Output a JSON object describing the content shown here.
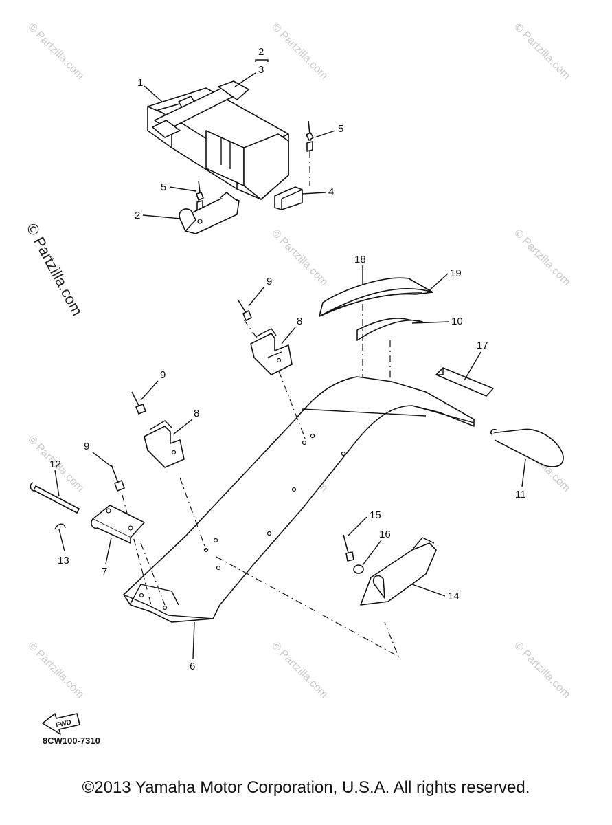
{
  "diagram": {
    "callouts": [
      {
        "id": "c1",
        "label": "1"
      },
      {
        "id": "c2a",
        "label": "2"
      },
      {
        "id": "c3",
        "label": "3"
      },
      {
        "id": "c5a",
        "label": "5"
      },
      {
        "id": "c5b",
        "label": "5"
      },
      {
        "id": "c4",
        "label": "4"
      },
      {
        "id": "c2b",
        "label": "2"
      },
      {
        "id": "c18",
        "label": "18"
      },
      {
        "id": "c19",
        "label": "19"
      },
      {
        "id": "c9a",
        "label": "9"
      },
      {
        "id": "c8a",
        "label": "8"
      },
      {
        "id": "c10",
        "label": "10"
      },
      {
        "id": "c17",
        "label": "17"
      },
      {
        "id": "c9b",
        "label": "9"
      },
      {
        "id": "c8b",
        "label": "8"
      },
      {
        "id": "c9c",
        "label": "9"
      },
      {
        "id": "c12",
        "label": "12"
      },
      {
        "id": "c11",
        "label": "11"
      },
      {
        "id": "c15",
        "label": "15"
      },
      {
        "id": "c16",
        "label": "16"
      },
      {
        "id": "c13",
        "label": "13"
      },
      {
        "id": "c7",
        "label": "7"
      },
      {
        "id": "c14",
        "label": "14"
      },
      {
        "id": "c6",
        "label": "6"
      }
    ],
    "fwd_label": "FWD",
    "diagram_code": "8CW100-7310",
    "watermark": "© Partzilla.com",
    "watermark_side": "© Partzilla.com"
  },
  "footer": {
    "copyright": "©2013  Yamaha Motor Corporation, U.S.A. All rights reserved."
  }
}
